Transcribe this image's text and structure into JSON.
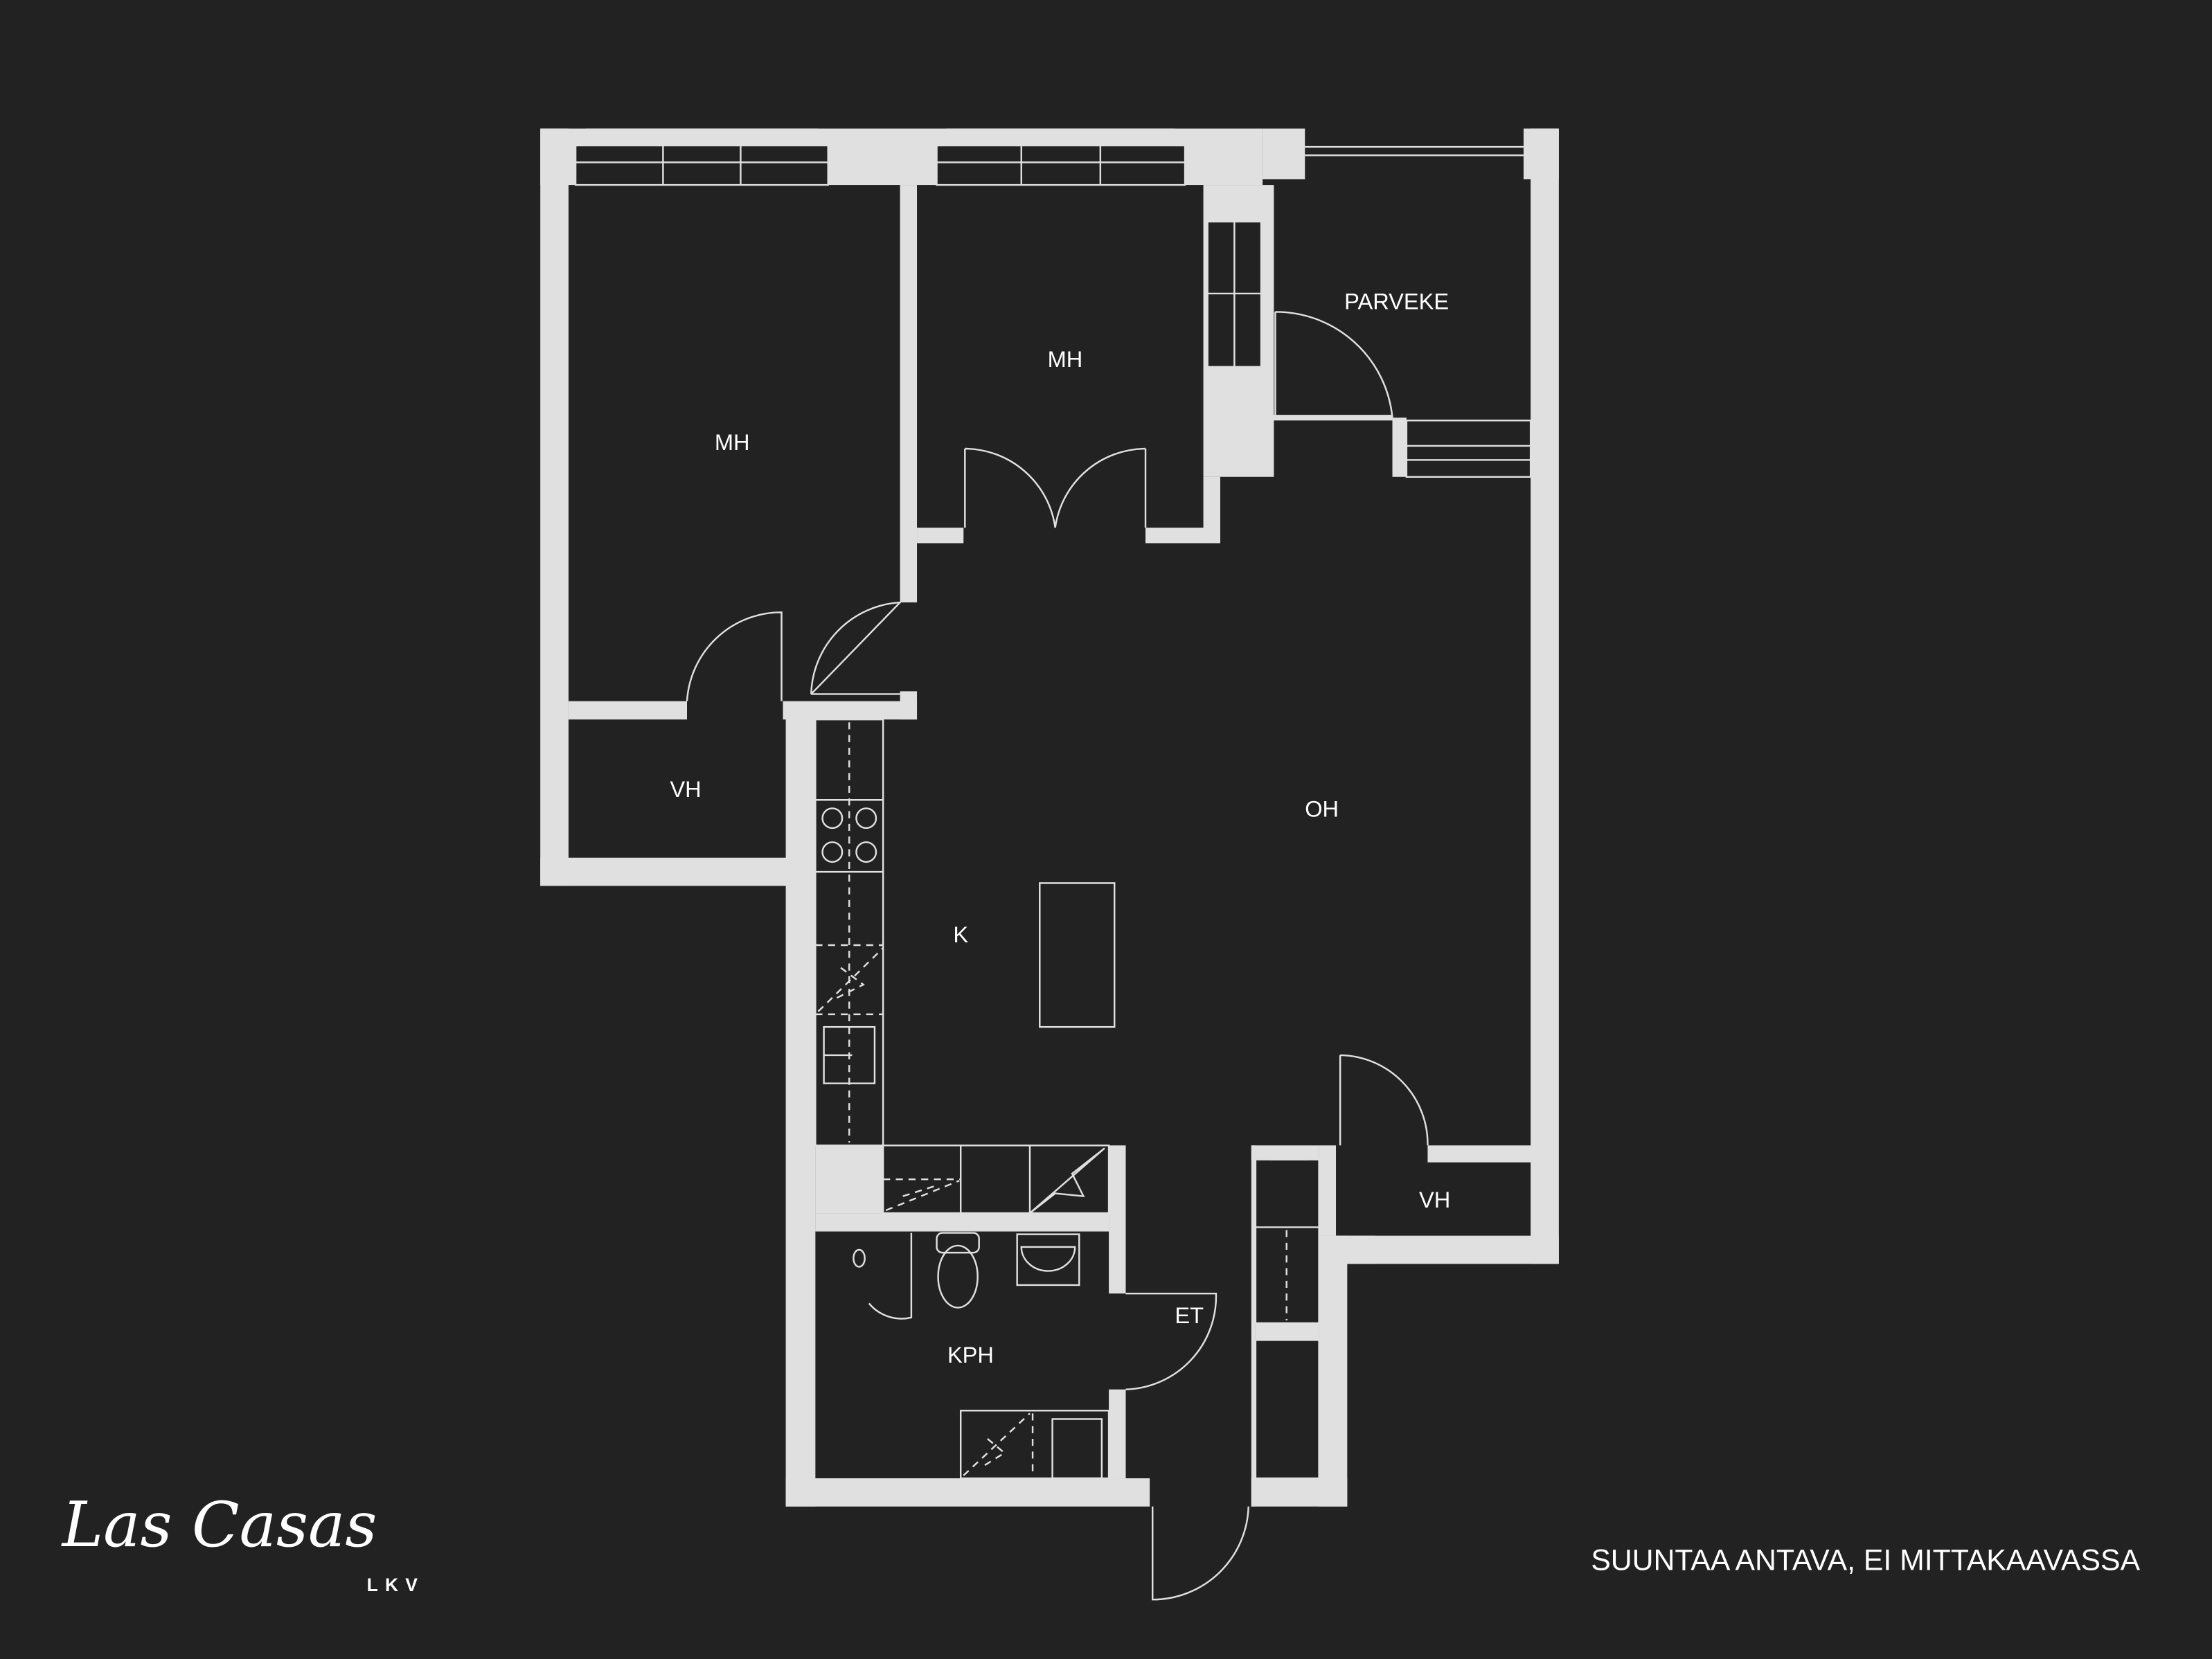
{
  "colors": {
    "background": "#222222",
    "walls": "#e0e0e0",
    "text": "#ffffff"
  },
  "rooms": {
    "mh1": "MH",
    "mh2": "MH",
    "parveke": "PARVEKE",
    "vh1": "VH",
    "oh": "OH",
    "k": "K",
    "vh2": "VH",
    "et": "ET",
    "kph": "KPH"
  },
  "footer": {
    "disclaimer": "SUUNTAA ANTAVA, EI MITTAKAAVASSA"
  },
  "logo": {
    "name": "Las Casas",
    "sub": "LKV"
  }
}
